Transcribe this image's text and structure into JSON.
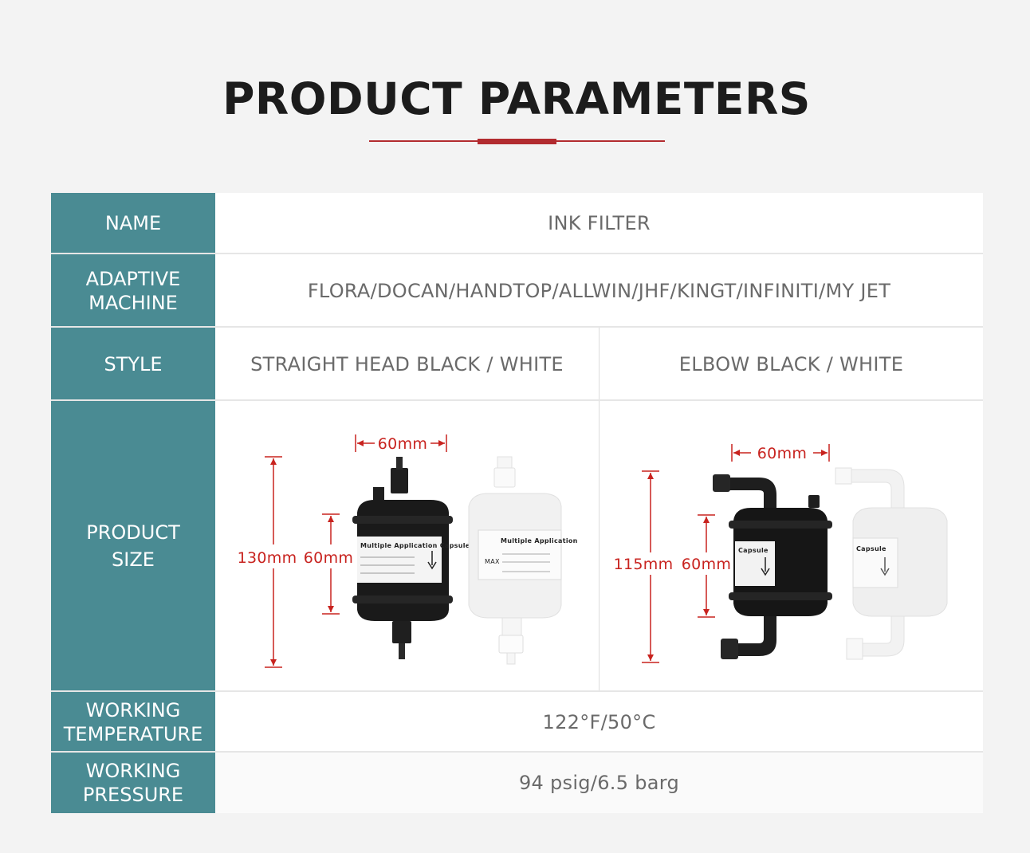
{
  "title": "PRODUCT PARAMETERS",
  "colors": {
    "label_bg": "#4a8b93",
    "accent": "#b22b2f",
    "dimension": "#c8231f"
  },
  "rows": {
    "name": {
      "label": "NAME",
      "value": "INK FILTER"
    },
    "adaptive_machine": {
      "label_line1": "ADAPTIVE",
      "label_line2": "MACHINE",
      "value": "FLORA/DOCAN/HANDTOP/ALLWIN/JHF/KINGT/INFINITI/MY JET"
    },
    "style": {
      "label": "STYLE",
      "value_left": "STRAIGHT HEAD BLACK / WHITE",
      "value_right": "ELBOW BLACK / WHITE"
    },
    "product_size": {
      "label_line1": "PRODUCT",
      "label_line2": "SIZE",
      "straight": {
        "width": "60mm",
        "height": "130mm",
        "body_height": "60mm",
        "capsule_text": "Multiple Application Capsule",
        "white_text": "Multiple Application",
        "max_text": "MAX"
      },
      "elbow": {
        "width": "60mm",
        "height": "115mm",
        "body_height": "60mm",
        "capsule_text": "Capsule",
        "white_text": "Capsule"
      }
    },
    "working_temperature": {
      "label_line1": "WORKING",
      "label_line2": "TEMPERATURE",
      "value": "122°F/50°C"
    },
    "working_pressure": {
      "label_line1": "WORKING",
      "label_line2": "PRESSURE",
      "value": "94 psig/6.5 barg"
    }
  }
}
